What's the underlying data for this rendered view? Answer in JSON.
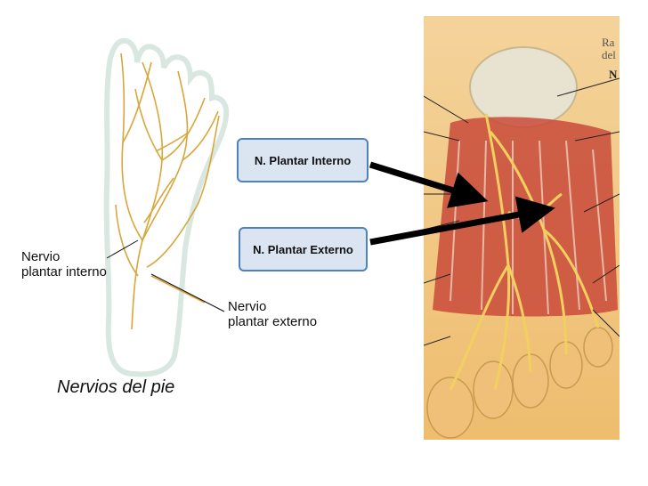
{
  "left_diagram": {
    "label_interno_line1": "Nervio",
    "label_interno_line2": "plantar interno",
    "label_externo_line1": "Nervio",
    "label_externo_line2": "plantar externo",
    "caption": "Nervios del pie"
  },
  "callouts": {
    "interno": "N. Plantar Interno",
    "externo": "N. Plantar Externo"
  },
  "right_diagram": {
    "cut_label_1": "Ra",
    "cut_label_2": "del",
    "cut_label_3": "N"
  },
  "colors": {
    "nerve": "#d8a63a",
    "callout_fill": "#dbe5f1",
    "callout_border": "#4f81bd",
    "muscle": "#c94a3a",
    "skin": "#f2c88a"
  }
}
